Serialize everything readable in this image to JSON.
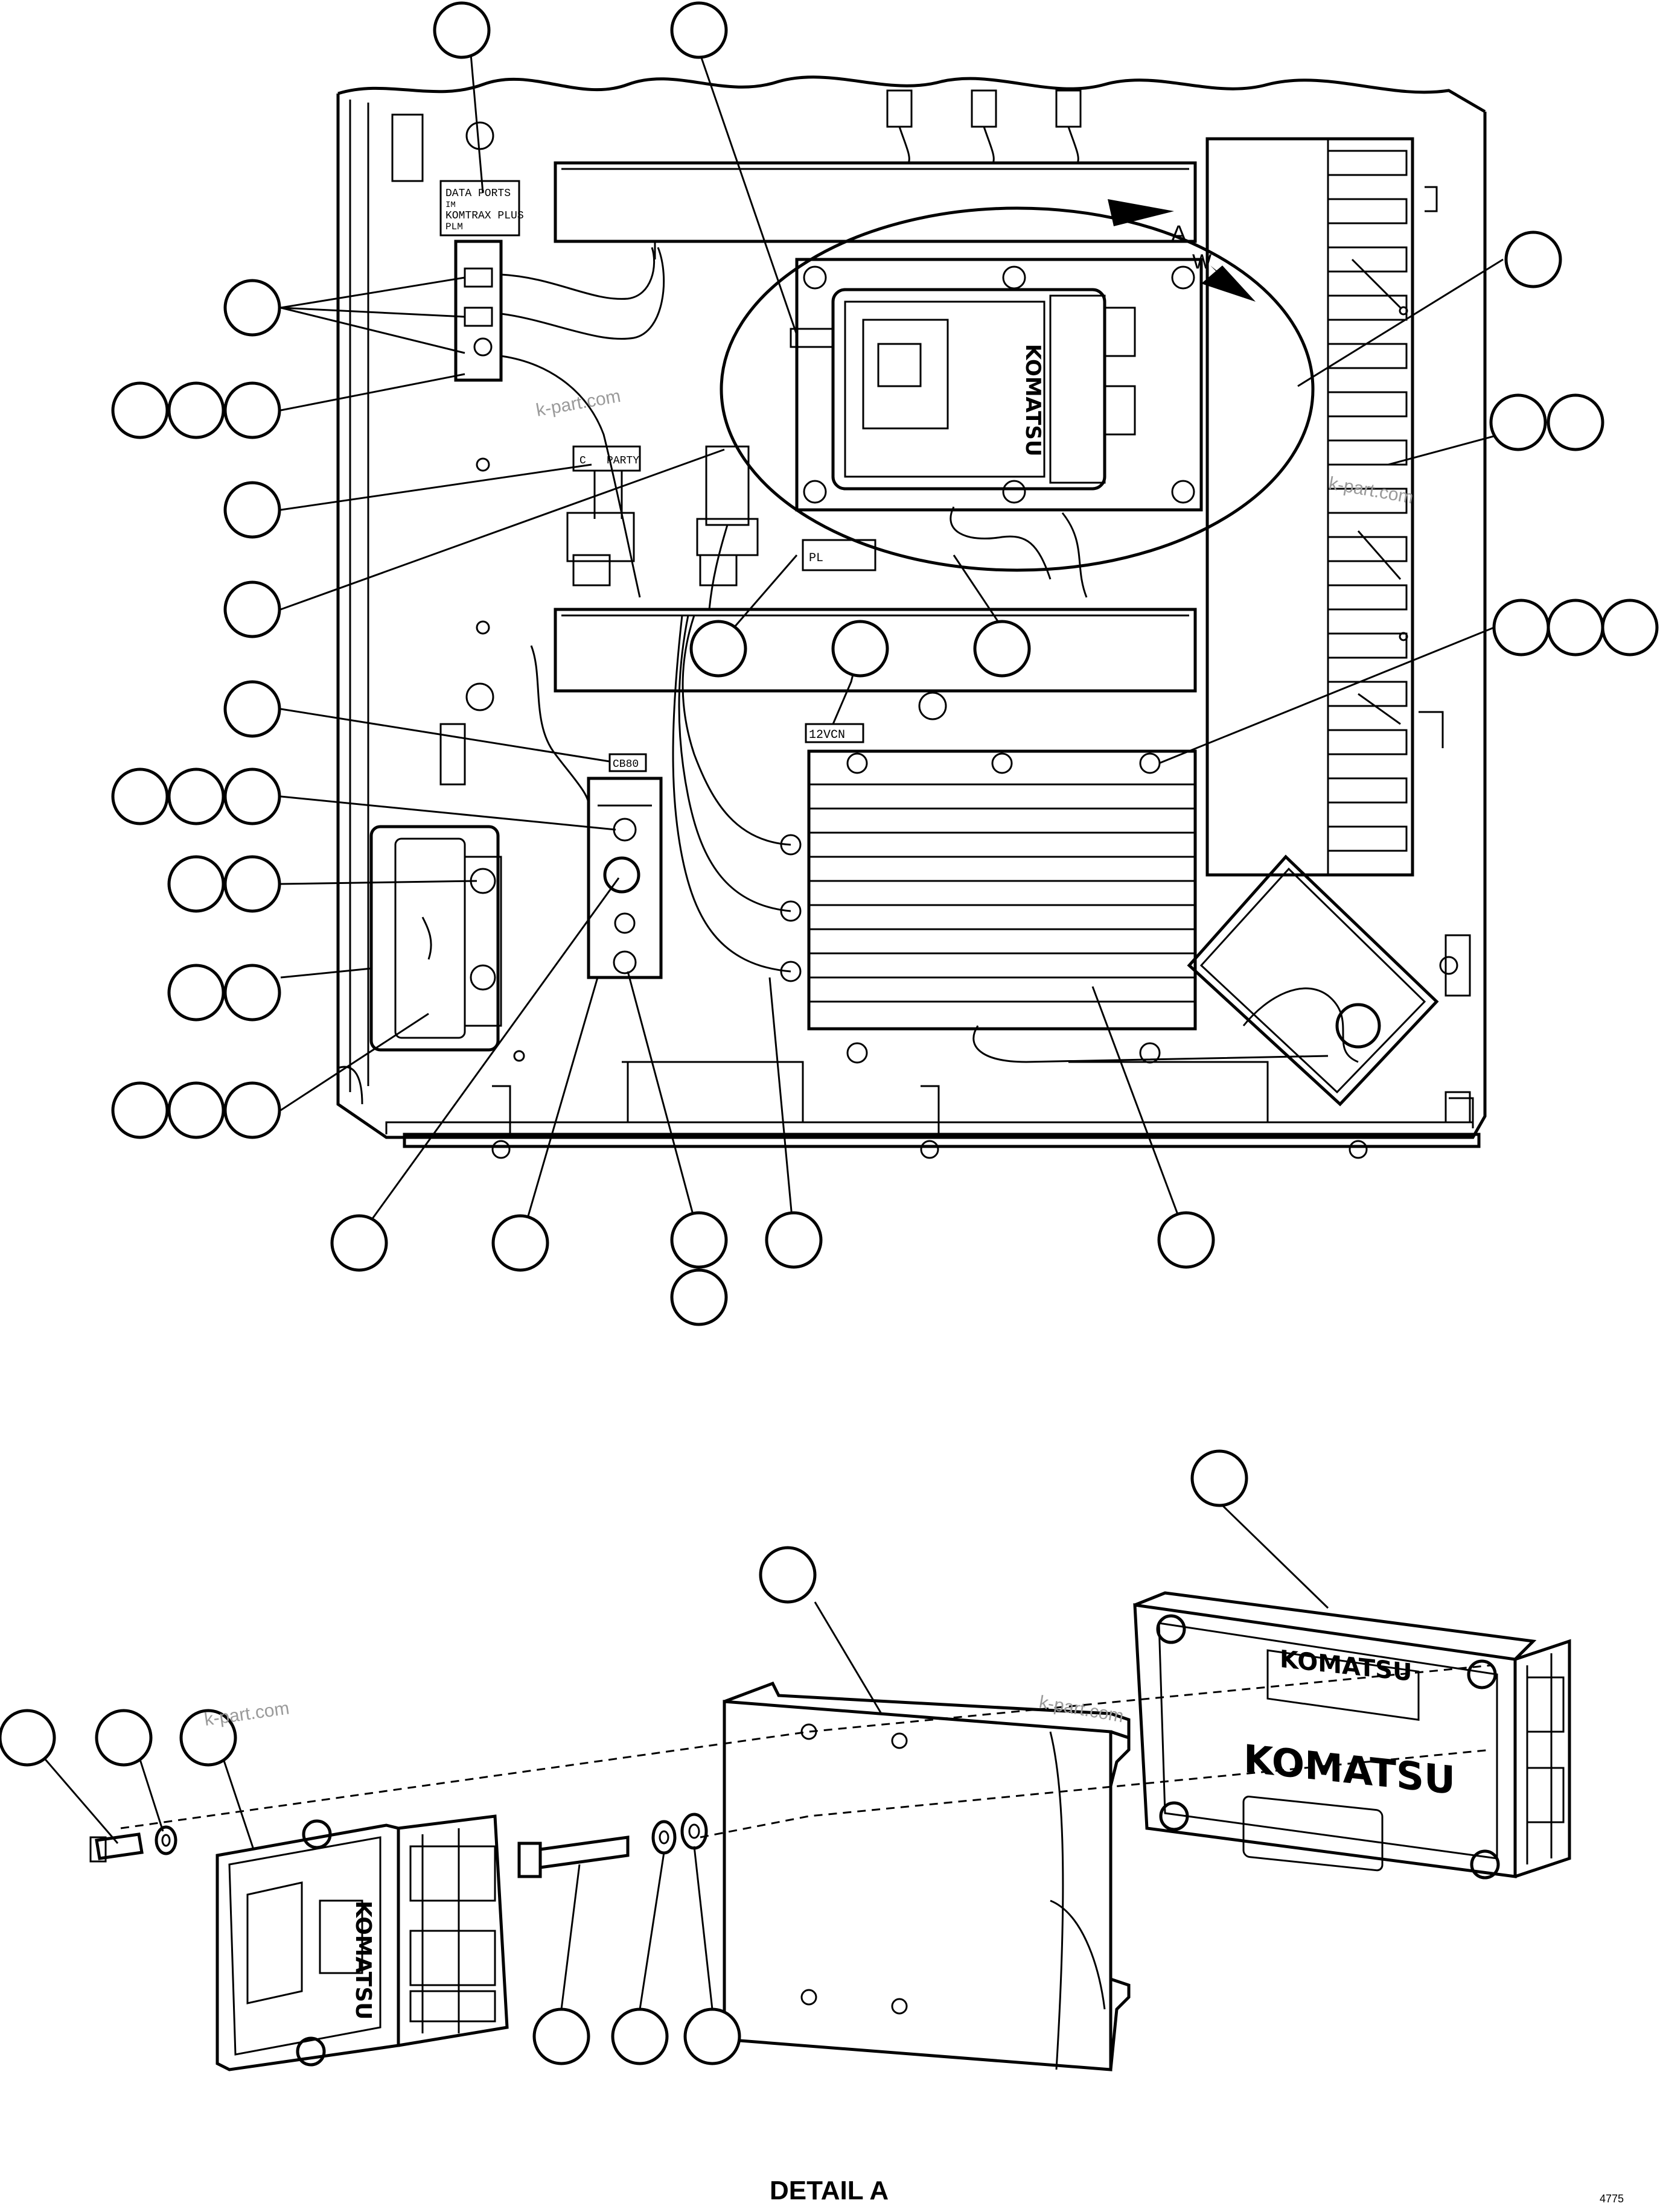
{
  "labels": {
    "data_ports_1": "DATA PORTS",
    "data_ports_2": "IM",
    "data_ports_3": "KOMTRAX PLUS",
    "data_ports_4": "PLM",
    "third_party": "PARTY",
    "third_party_prefix": "C",
    "converter": "12VCN",
    "c_label": "CB80",
    "pl_label": "PL",
    "view_letter_a": "A",
    "view_letter_w": "W",
    "detail_title": "DETAIL A",
    "sheet_code": "4775"
  },
  "logos": {
    "brand": "KOMATSU"
  },
  "watermarks": [
    "k-part.com",
    "k-part.com",
    "k-part.com",
    "k-part.com"
  ],
  "colors": {
    "line": "#000000",
    "background": "#ffffff",
    "watermark": "#9a9a9a"
  }
}
